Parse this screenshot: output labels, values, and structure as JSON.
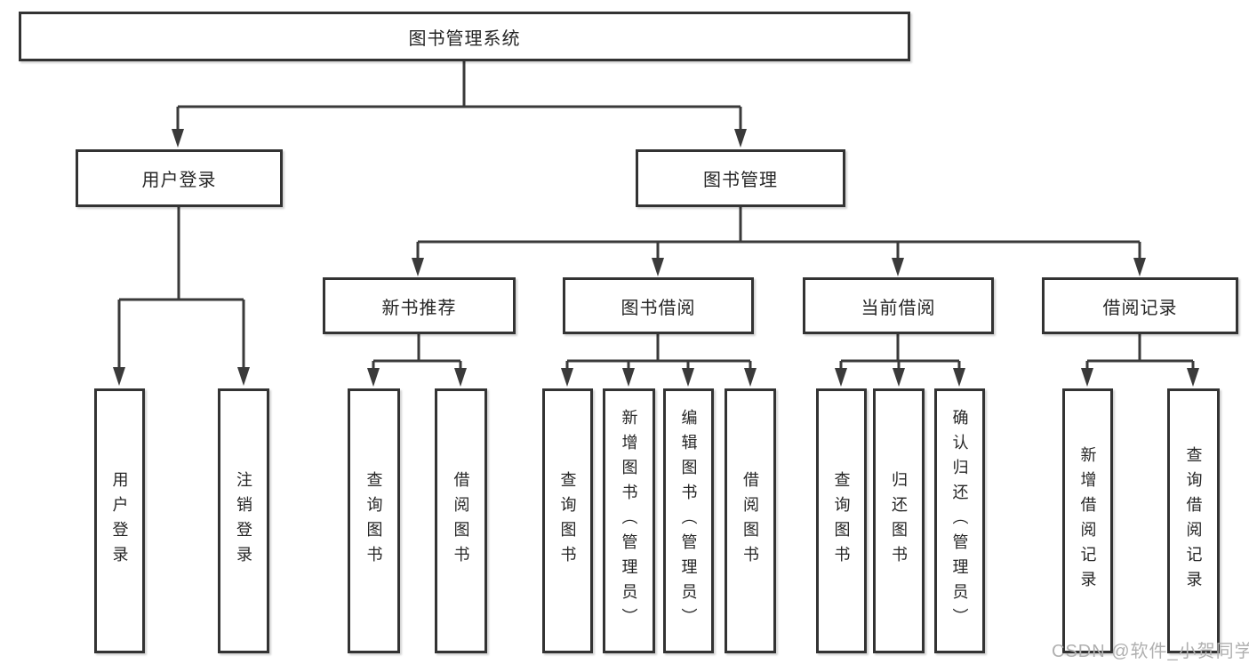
{
  "colors": {
    "line": "#3a3a3a",
    "border": "#333333",
    "text": "#262626",
    "watermark": "#b0b0b0",
    "background": "#ffffff"
  },
  "diagram": {
    "title": "图书管理系统",
    "root": {
      "label": "图书管理系统"
    },
    "level2": [
      {
        "label": "用户登录"
      },
      {
        "label": "图书管理"
      }
    ],
    "level3": [
      {
        "label": "新书推荐",
        "parent": "图书管理"
      },
      {
        "label": "图书借阅",
        "parent": "图书管理"
      },
      {
        "label": "当前借阅",
        "parent": "图书管理"
      },
      {
        "label": "借阅记录",
        "parent": "图书管理"
      }
    ],
    "leaves": [
      {
        "label": "用户登录",
        "parent": "用户登录"
      },
      {
        "label": "注销登录",
        "parent": "用户登录"
      },
      {
        "label": "查询图书",
        "parent": "新书推荐"
      },
      {
        "label": "借阅图书",
        "parent": "新书推荐"
      },
      {
        "label": "查询图书",
        "parent": "图书借阅"
      },
      {
        "label": "新增图书（管理员）",
        "parent": "图书借阅"
      },
      {
        "label": "编辑图书（管理员）",
        "parent": "图书借阅"
      },
      {
        "label": "借阅图书",
        "parent": "图书借阅"
      },
      {
        "label": "查询图书",
        "parent": "当前借阅"
      },
      {
        "label": "归还图书",
        "parent": "当前借阅"
      },
      {
        "label": "确认归还（管理员）",
        "parent": "当前借阅"
      },
      {
        "label": "新增借阅记录",
        "parent": "借阅记录"
      },
      {
        "label": "查询借阅记录",
        "parent": "借阅记录"
      }
    ]
  },
  "watermark": {
    "text": "CSDN @软件_小贺同学"
  }
}
